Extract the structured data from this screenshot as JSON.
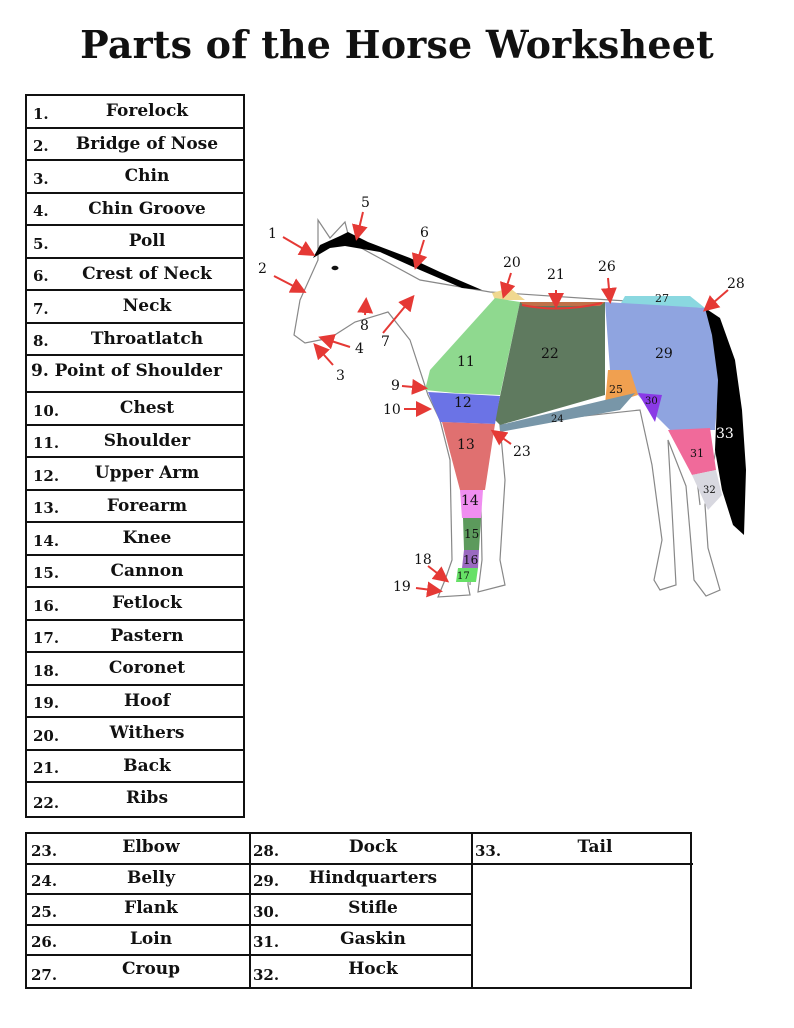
{
  "title": "Parts of the Horse Worksheet",
  "left_list": [
    {
      "num": "1.",
      "name": "Forelock"
    },
    {
      "num": "2.",
      "name": "Bridge of Nose"
    },
    {
      "num": "3.",
      "name": "Chin"
    },
    {
      "num": "4.",
      "name": "Chin Groove"
    },
    {
      "num": "5.",
      "name": "Poll"
    },
    {
      "num": "6.",
      "name": "Crest of Neck"
    },
    {
      "num": "7.",
      "name": "Neck"
    },
    {
      "num": "8.",
      "name": "Throatlatch"
    },
    {
      "num": "9.",
      "name": "Point of Shoulder"
    },
    {
      "num": "10.",
      "name": "Chest"
    },
    {
      "num": "11.",
      "name": "Shoulder"
    },
    {
      "num": "12.",
      "name": "Upper Arm"
    },
    {
      "num": "13.",
      "name": "Forearm"
    },
    {
      "num": "14.",
      "name": "Knee"
    },
    {
      "num": "15.",
      "name": "Cannon"
    },
    {
      "num": "16.",
      "name": "Fetlock"
    },
    {
      "num": "17.",
      "name": "Pastern"
    },
    {
      "num": "18.",
      "name": "Coronet"
    },
    {
      "num": "19.",
      "name": "Hoof"
    },
    {
      "num": "20.",
      "name": "Withers"
    },
    {
      "num": "21.",
      "name": "Back"
    },
    {
      "num": "22.",
      "name": "Ribs"
    }
  ],
  "bottom_table": {
    "col1": [
      {
        "num": "23.",
        "name": "Elbow"
      },
      {
        "num": "24.",
        "name": "Belly"
      },
      {
        "num": "25.",
        "name": "Flank"
      },
      {
        "num": "26.",
        "name": "Loin"
      },
      {
        "num": "27.",
        "name": "Croup"
      }
    ],
    "col2": [
      {
        "num": "28.",
        "name": "Dock"
      },
      {
        "num": "29.",
        "name": "Hindquarters"
      },
      {
        "num": "30.",
        "name": "Stifle"
      },
      {
        "num": "31.",
        "name": "Gaskin"
      },
      {
        "num": "32.",
        "name": "Hock"
      }
    ],
    "col3": [
      {
        "num": "33.",
        "name": "Tail"
      }
    ]
  },
  "diagram_labels": [
    "1",
    "2",
    "3",
    "4",
    "5",
    "6",
    "7",
    "8",
    "9",
    "10",
    "11",
    "12",
    "13",
    "14",
    "15",
    "16",
    "17",
    "18",
    "19",
    "20",
    "21",
    "22",
    "23",
    "24",
    "25",
    "26",
    "27",
    "28",
    "29",
    "30",
    "31",
    "32",
    "33"
  ],
  "colors": {
    "arrow": "#e53935",
    "shoulder": "#8fd98f",
    "ribs": "#5f7a5f",
    "hindquarters": "#8fa4e0",
    "upper_arm": "#6b73e6",
    "forearm": "#e07070",
    "knee": "#f08ef0",
    "cannon": "#5c9a5c",
    "fetlock": "#9a6ac0",
    "pastern": "#66e066",
    "belly": "#7896a8",
    "flank": "#f0a050",
    "stifle": "#8a3ae6",
    "gaskin": "#f06a9a",
    "hock": "#d8d8e0",
    "croup": "#8ad8e0",
    "withers": "#f0d890",
    "mane_tail": "#000000"
  }
}
